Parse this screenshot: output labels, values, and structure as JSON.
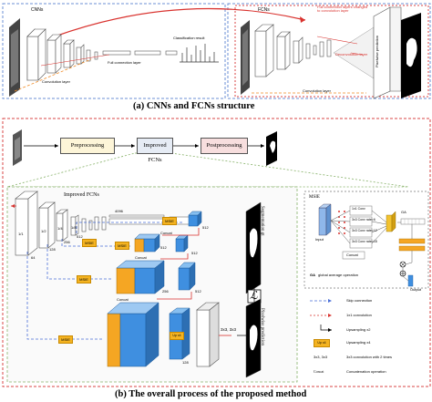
{
  "top": {
    "cnns_label": "CNNs",
    "fcns_label": "FCNs",
    "conv_layer_label": "Convolution layer",
    "full_conn_label": "Full connection layer",
    "classification_label": "Classification result",
    "fc_to_conv_label": "Full connection layers changed to convolution layer",
    "deconv_label": "Deconvolution layer",
    "conv_layer_label2": "Convolution layer",
    "prediction_label": "Pixelwise prediction",
    "caption": "(a)  CNNs and FCNs structure"
  },
  "pipeline": {
    "pre_label": "Preprocessing",
    "mid_label": "Improved FCNs",
    "post_label": "Postprocessing"
  },
  "network": {
    "title": "Improved FCNs",
    "size_labels": [
      "64",
      "128",
      "256",
      "512",
      "4096",
      "512",
      "512",
      "512",
      "512",
      "256",
      "128"
    ],
    "dim_labels": [
      "1/1",
      "1/2",
      "1/4",
      "1/8",
      "1/16",
      "1/32"
    ],
    "msie_tags": [
      "MSIE",
      "MSIE",
      "MSIE",
      "MSIE",
      "MSIE"
    ],
    "concat_labels": [
      "Concat",
      "Concat",
      "Concat"
    ],
    "upx4_label": "Up x4",
    "conv3_label": "3x3, 3x3",
    "seg_label": "Segmentation gt",
    "loss_symbol": "ℒ",
    "pred_label": "Pixelwise prediction"
  },
  "msie": {
    "title": "MSIE",
    "input_label": "Input",
    "convs": [
      "1x1 Conv",
      "3x3 Conv rate=6",
      "3x3 Conv rate=12",
      "3x3 Conv rate=18"
    ],
    "concat_label": "Concat",
    "gap_label": "global average operation",
    "gap_abbr": "GA",
    "output_label": "Output",
    "gap_box": "GA"
  },
  "legend": [
    {
      "key": "skip",
      "label": "Skip connection"
    },
    {
      "key": "conv1",
      "label": "1x1 convolution"
    },
    {
      "key": "upx2",
      "label": "Upsampling x2"
    },
    {
      "key": "upx4",
      "label": "Upsampling x4",
      "swatch": "Up x4"
    },
    {
      "key": "conv33",
      "label": "3x3 convolution with 2 times",
      "swatch": "3x3, 3x3"
    },
    {
      "key": "concat",
      "label": "Concatenation operation",
      "swatch": "Concat"
    }
  ],
  "caption_b": "(b)  The overall  process of the proposed method",
  "colors": {
    "orange": "#f5a623",
    "blue": "#3f8fe0",
    "red": "#d9322e",
    "green_border": "#88b26a"
  }
}
